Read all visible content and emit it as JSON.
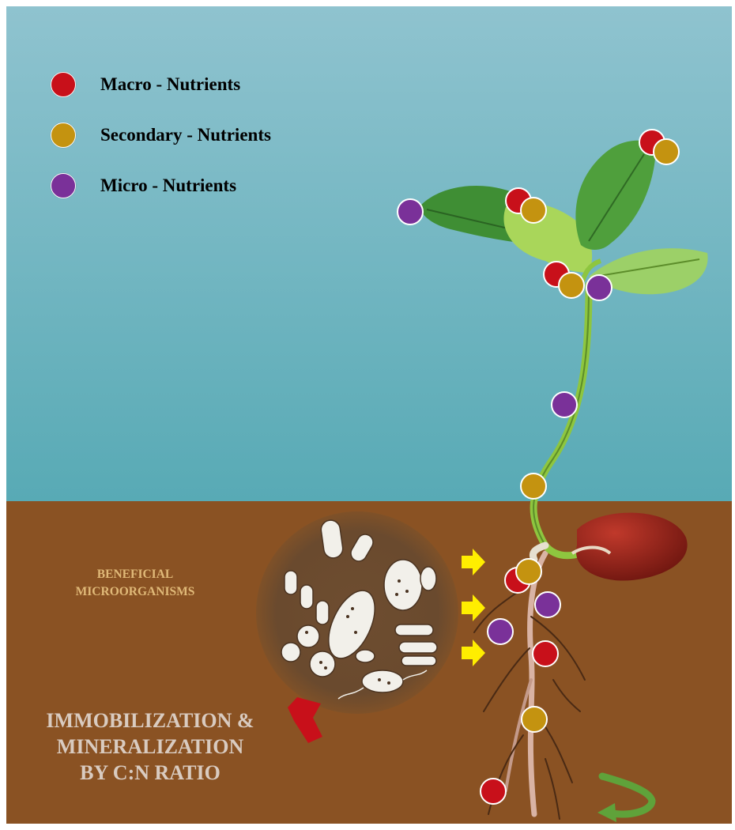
{
  "legend": [
    {
      "key": "macro",
      "label": "Macro - Nutrients",
      "color": "#c8101a"
    },
    {
      "key": "secondary",
      "label": "Secondary - Nutrients",
      "color": "#c49310"
    },
    {
      "key": "micro",
      "label": "Micro - Nutrients",
      "color": "#7a3199"
    }
  ],
  "soil_labels": {
    "microorganisms": "BENEFICIAL\nMICROORGANISMS",
    "process": "IMMOBILIZATION &\nMINERALIZATION\nBY C:N RATIO"
  },
  "colors": {
    "sky_top": "#8fc3cf",
    "sky_bottom": "#58aab5",
    "soil": "#8a5223",
    "leaf": "#3f8e34",
    "stem": "#8ec63f",
    "seed": "#9a2418",
    "uptake_arrow": "#ffee00",
    "immobilization_arrow": "#c8101a",
    "cycle_arrow": "#5fa23a"
  }
}
